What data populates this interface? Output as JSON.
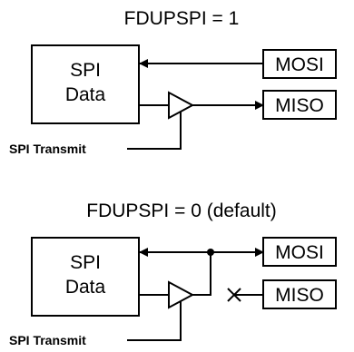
{
  "diagrams": [
    {
      "title": "FDUPSPI = 1",
      "spi_box": {
        "line1": "SPI",
        "line2": "Data"
      },
      "pins": [
        "MOSI",
        "MISO"
      ],
      "transmit_label": "SPI Transmit"
    },
    {
      "title": "FDUPSPI = 0 (default)",
      "spi_box": {
        "line1": "SPI",
        "line2": "Data"
      },
      "pins": [
        "MOSI",
        "MISO"
      ],
      "transmit_label": "SPI Transmit"
    }
  ]
}
